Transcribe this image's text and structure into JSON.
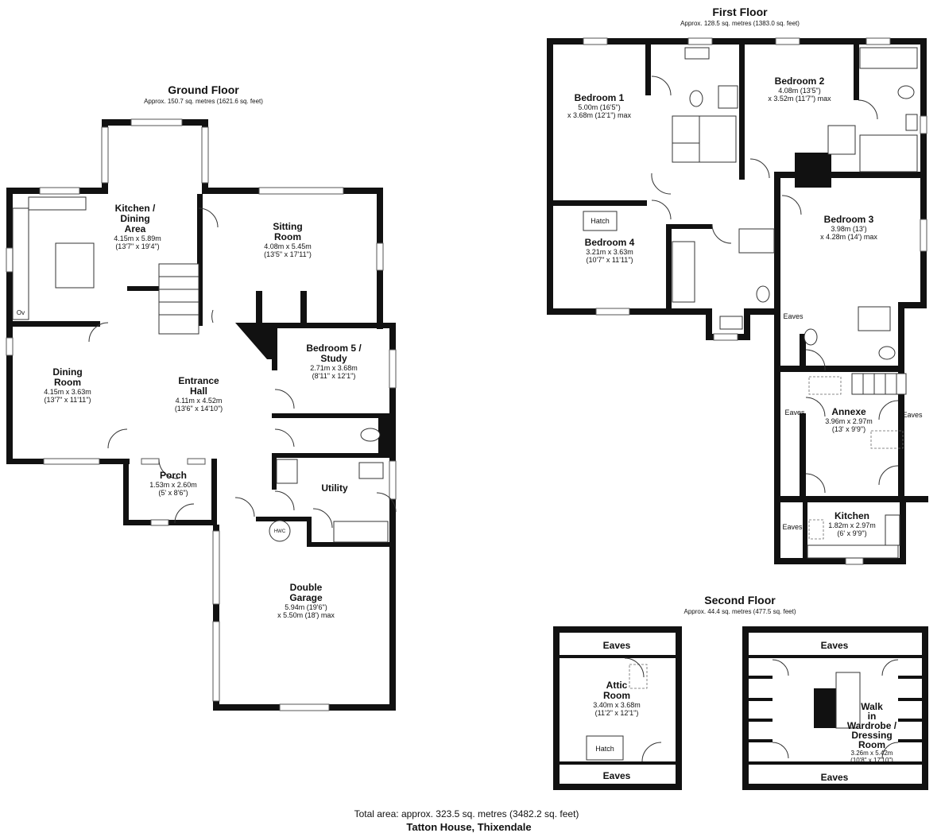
{
  "floors": {
    "ground": {
      "title": "Ground Floor",
      "area": "Approx. 150.7 sq. metres (1621.6 sq. feet)",
      "rooms": {
        "kitchen": {
          "name1": "Kitchen /",
          "name2": "Dining",
          "name3": "Area",
          "dim1": "4.15m x 5.89m",
          "dim2": "(13'7\" x 19'4\")"
        },
        "sitting": {
          "name1": "Sitting",
          "name2": "Room",
          "dim1": "4.08m x 5.45m",
          "dim2": "(13'5\" x 17'11\")"
        },
        "dining": {
          "name1": "Dining",
          "name2": "Room",
          "dim1": "4.15m x 3.63m",
          "dim2": "(13'7\" x 11'11\")"
        },
        "hall": {
          "name1": "Entrance",
          "name2": "Hall",
          "dim1": "4.11m x 4.52m",
          "dim2": "(13'6\" x 14'10\")"
        },
        "bed5": {
          "name1": "Bedroom 5 /",
          "name2": "Study",
          "dim1": "2.71m x 3.68m",
          "dim2": "(8'11\" x 12'1\")"
        },
        "porch": {
          "name1": "Porch",
          "dim1": "1.53m x 2.60m",
          "dim2": "(5' x 8'6\")"
        },
        "utility": {
          "name1": "Utility"
        },
        "garage": {
          "name1": "Double",
          "name2": "Garage",
          "dim1": "5.94m (19'6\")",
          "dim2": "x 5.50m (18') max"
        }
      },
      "labels": {
        "oven": "Ov",
        "hwc": "HWC"
      }
    },
    "first": {
      "title": "First Floor",
      "area": "Approx. 128.5 sq. metres (1383.0 sq. feet)",
      "rooms": {
        "bed1": {
          "name1": "Bedroom 1",
          "dim1": "5.00m (16'5\")",
          "dim2": "x 3.68m (12'1\") max"
        },
        "bed2": {
          "name1": "Bedroom 2",
          "dim1": "4.08m (13'5\")",
          "dim2": "x 3.52m (11'7\") max"
        },
        "bed3": {
          "name1": "Bedroom 3",
          "dim1": "3.98m (13')",
          "dim2": "x 4.28m (14') max"
        },
        "bed4": {
          "name1": "Bedroom 4",
          "dim1": "3.21m x 3.63m",
          "dim2": "(10'7\" x 11'11\")"
        },
        "annexe": {
          "name1": "Annexe",
          "dim1": "3.96m x 2.97m",
          "dim2": "(13' x 9'9\")"
        },
        "kitchen": {
          "name1": "Kitchen",
          "dim1": "1.82m x 2.97m",
          "dim2": "(6' x 9'9\")"
        }
      },
      "labels": {
        "hatch": "Hatch",
        "eaves": "Eaves"
      }
    },
    "second": {
      "title": "Second Floor",
      "area": "Approx. 44.4 sq. metres (477.5 sq. feet)",
      "rooms": {
        "attic": {
          "name1": "Attic",
          "name2": "Room",
          "dim1": "3.40m x 3.68m",
          "dim2": "(11'2\" x 12'1\")"
        },
        "wardrobe": {
          "name1": "Walk",
          "name2": "in",
          "name3": "Wardrobe /",
          "name4": "Dressing",
          "name5": "Room",
          "dim1": "3.26m x 5.42m",
          "dim2": "(10'8\" x 17'10\")"
        }
      },
      "labels": {
        "hatch": "Hatch",
        "eaves": "Eaves"
      }
    }
  },
  "footer": {
    "total": "Total area: approx. 323.5 sq. metres (3482.2 sq. feet)",
    "address": "Tatton House, Thixendale"
  }
}
